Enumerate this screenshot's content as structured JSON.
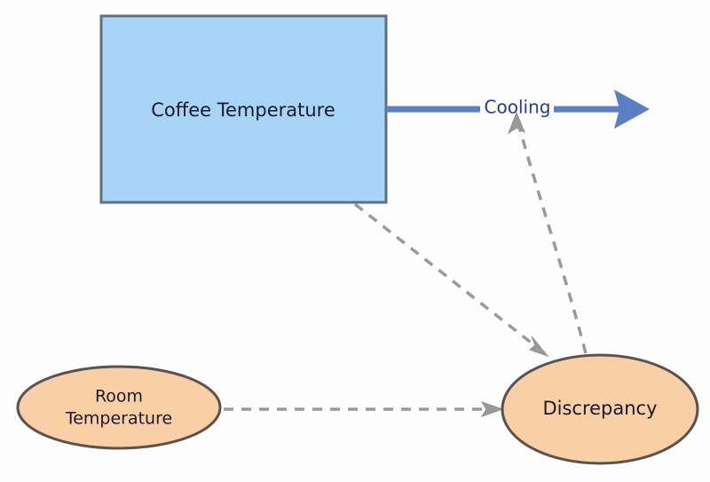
{
  "diagram": {
    "type": "stock-and-flow",
    "background_color": "#fdfdfd",
    "nodes": [
      {
        "id": "coffee_temperature",
        "label": "Coffee Temperature",
        "shape": "rectangle",
        "role": "stock",
        "fill_color": "#a8d4f7",
        "border_color": "#607080"
      },
      {
        "id": "room_temperature",
        "label_line1": "Room",
        "label_line2": "Temperature",
        "shape": "ellipse",
        "role": "variable",
        "fill_color": "#f9cfa5",
        "border_color": "#5a524e"
      },
      {
        "id": "discrepancy",
        "label": "Discrepancy",
        "shape": "ellipse",
        "role": "variable",
        "fill_color": "#f9cfa5",
        "border_color": "#5a524e"
      }
    ],
    "flows": [
      {
        "id": "cooling",
        "label": "Cooling",
        "from": "coffee_temperature",
        "to": "sink",
        "color": "#5b7fc4",
        "label_color": "#2b3a8f"
      }
    ],
    "causal_links": [
      {
        "id": "coffee-to-discrepancy",
        "from": "coffee_temperature",
        "to": "discrepancy",
        "style": "dashed",
        "color": "#9a9a9a"
      },
      {
        "id": "room-to-discrepancy",
        "from": "room_temperature",
        "to": "discrepancy",
        "style": "dashed",
        "color": "#9a9a9a"
      },
      {
        "id": "discrepancy-to-cooling",
        "from": "discrepancy",
        "to": "cooling",
        "style": "dashed",
        "color": "#9a9a9a"
      }
    ]
  }
}
